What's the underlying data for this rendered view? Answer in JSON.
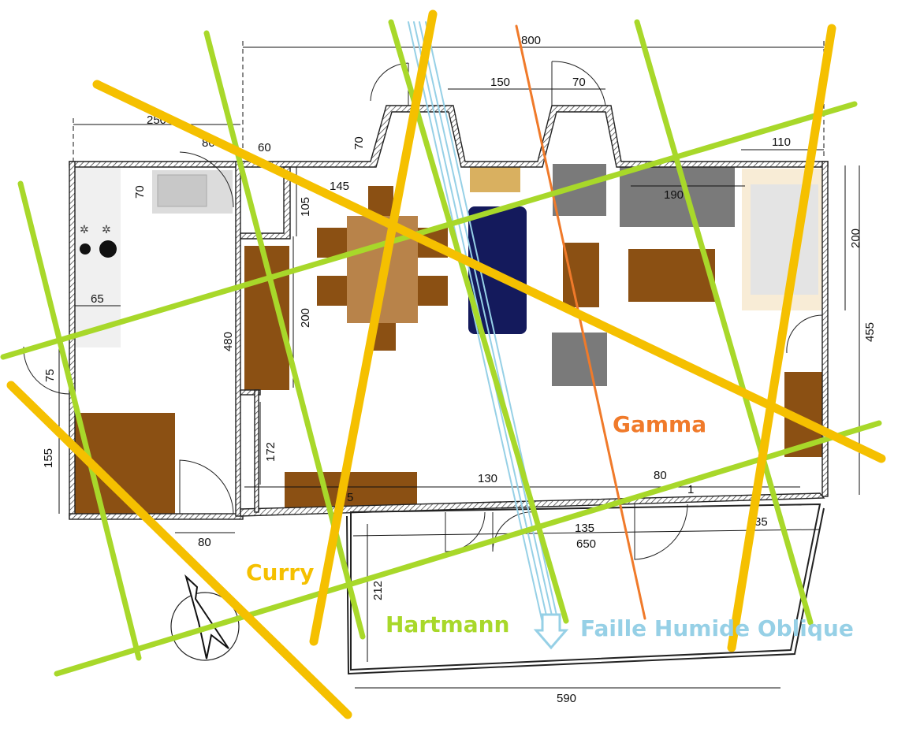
{
  "dimensions": [
    "800",
    "150",
    "70",
    "250",
    "60",
    "80",
    "70",
    "145",
    "105",
    "70",
    "110",
    "190",
    "200",
    "455",
    "65",
    "75",
    "155",
    "480",
    "200",
    "172",
    "130",
    "80",
    "1",
    "135",
    "650",
    "35",
    "5",
    "80",
    "212",
    "590"
  ],
  "lines": [
    {
      "name": "Curry",
      "color": "#f5c000"
    },
    {
      "name": "Hartmann",
      "color": "#a8d82a"
    },
    {
      "name": "Gamma",
      "color": "#f07a2a"
    },
    {
      "name": "Faille Humide Oblique",
      "color": "#96d0e6"
    }
  ]
}
